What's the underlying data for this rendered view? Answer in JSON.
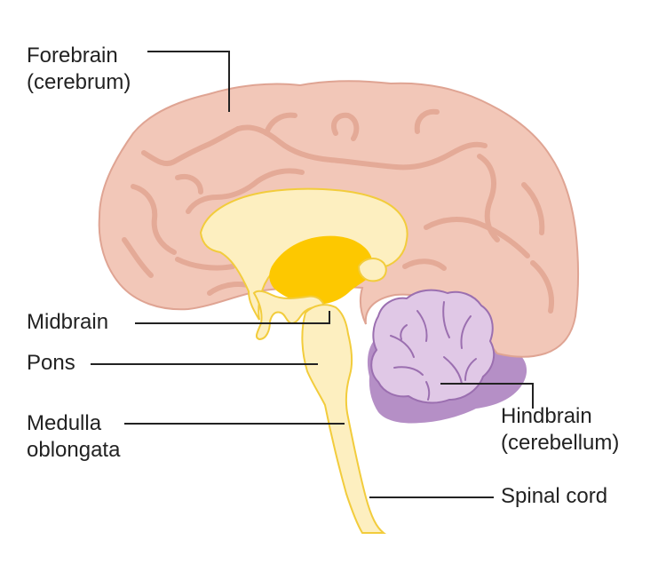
{
  "labels": {
    "forebrain": {
      "line1": "Forebrain",
      "line2": "(cerebrum)"
    },
    "midbrain": "Midbrain",
    "pons": "Pons",
    "medulla": {
      "line1": "Medulla",
      "line2": "oblongata"
    },
    "hindbrain": {
      "line1": "Hindbrain",
      "line2": "(cerebellum)"
    },
    "spinal_cord": "Spinal cord"
  },
  "colors": {
    "cerebrum_fill": "#f2c7b8",
    "cerebrum_stroke": "#dfa493",
    "cerebrum_fold": "#e4aa97",
    "brainstem_fill": "#fdefc0",
    "brainstem_stroke": "#f2cc3c",
    "midbrain_core": "#fdc800",
    "cerebellum_light": "#e0c8e6",
    "cerebellum_dark": "#b58fc6",
    "cerebellum_stroke": "#9b6fb0",
    "leader_line": "#222222"
  }
}
